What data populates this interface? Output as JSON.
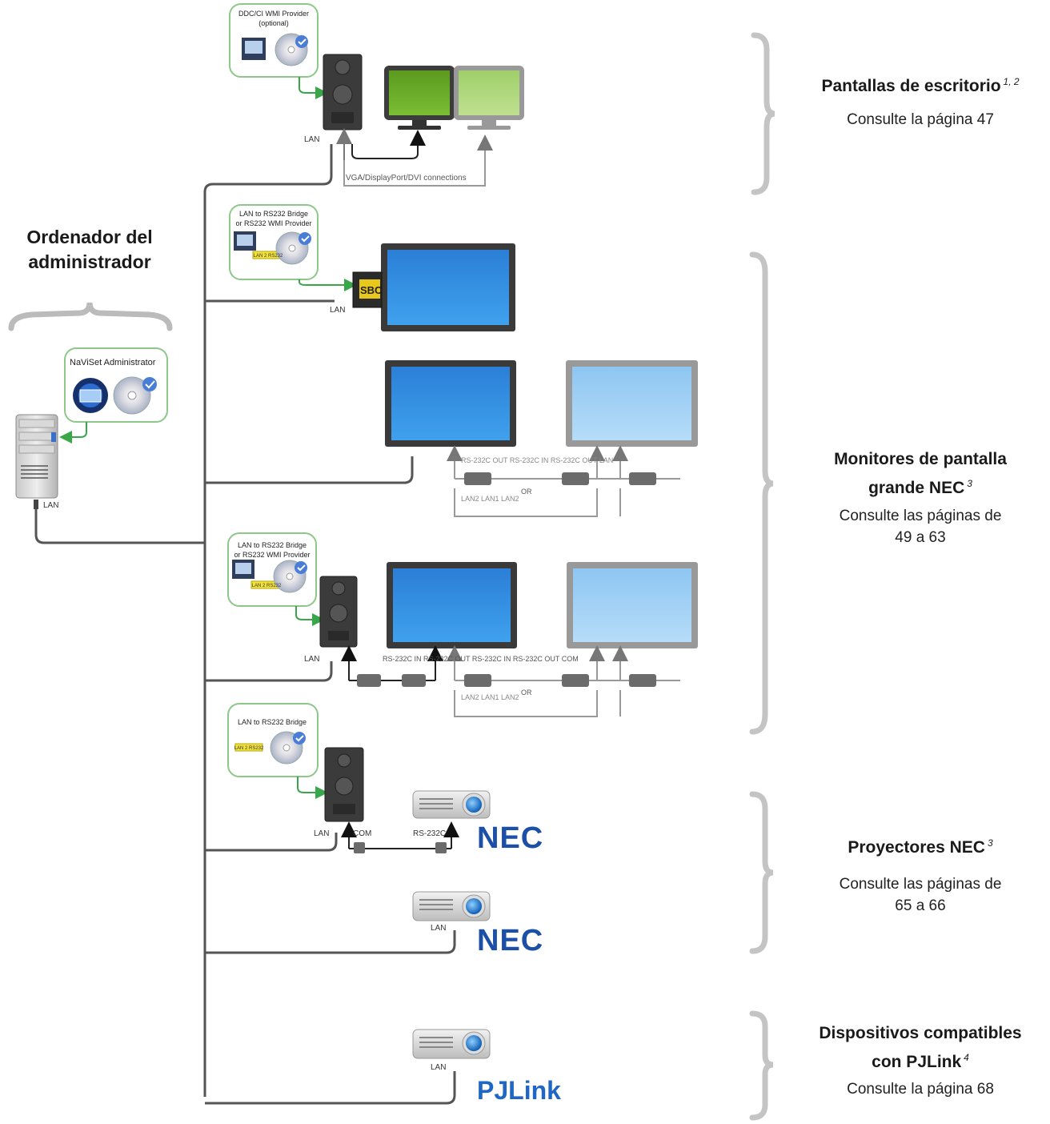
{
  "admin": {
    "title_line1": "Ordenador del",
    "title_line2": "administrador",
    "software_label": "NaViSet Administrator",
    "lan_label": "LAN"
  },
  "desktop": {
    "provider_label_line1": "DDC/CI WMI Provider",
    "provider_label_line2": "(optional)",
    "lan_label": "LAN",
    "connections_label": "VGA/DisplayPort/DVI connections"
  },
  "large_display_1": {
    "bridge_label_line1": "LAN to RS232 Bridge",
    "bridge_label_line2": "or RS232 WMI Provider",
    "bridge_tag": "LAN 2 RS232",
    "sbc_label": "SBC",
    "lan_label": "LAN"
  },
  "large_display_2": {
    "port_labels": "RS-232C OUT RS-232C IN RS-232C OUT LAN",
    "or_label": "OR",
    "lan_labels": "LAN2 LAN1 LAN2"
  },
  "large_display_3": {
    "bridge_label_line1": "LAN to RS232 Bridge",
    "bridge_label_line2": "or RS232 WMI Provider",
    "bridge_tag": "LAN 2 RS232",
    "lan_label": "LAN",
    "port_labels": "RS-232C IN RS-232C OUT RS-232C IN RS-232C OUT COM",
    "or_label": "OR",
    "lan_labels": "LAN2 LAN1 LAN2"
  },
  "projector_1": {
    "bridge_label": "LAN to RS232 Bridge",
    "bridge_tag": "LAN 2 RS232",
    "lan_label": "LAN",
    "com_label": "COM",
    "rs_label": "RS-232C",
    "brand": "NEC"
  },
  "projector_2": {
    "lan_label": "LAN",
    "brand": "NEC"
  },
  "projector_3": {
    "lan_label": "LAN",
    "brand": "PJLink"
  },
  "groups": {
    "desktop_title": "Pantallas de escritorio",
    "desktop_sup": "1, 2",
    "desktop_ref": "Consulte la página 47",
    "large_title_line1": "Monitores de pantalla",
    "large_title_line2": "grande NEC",
    "large_sup": "3",
    "large_ref_line1": "Consulte las páginas de",
    "large_ref_line2": "49 a 63",
    "proj_title": "Proyectores NEC",
    "proj_sup": "3",
    "proj_ref_line1": "Consulte las páginas de",
    "proj_ref_line2": "65 a 66",
    "pjlink_title_line1": "Dispositivos compatibles",
    "pjlink_title_line2": "con PJLink",
    "pjlink_sup": "4",
    "pjlink_ref": "Consulte la página 68"
  },
  "colors": {
    "panel_border": "#8cc888",
    "network_line": "#555555",
    "monitor_green": "#6aa329",
    "screen_blue": "#2f86d8",
    "nec_blue": "#1b4fa8"
  }
}
